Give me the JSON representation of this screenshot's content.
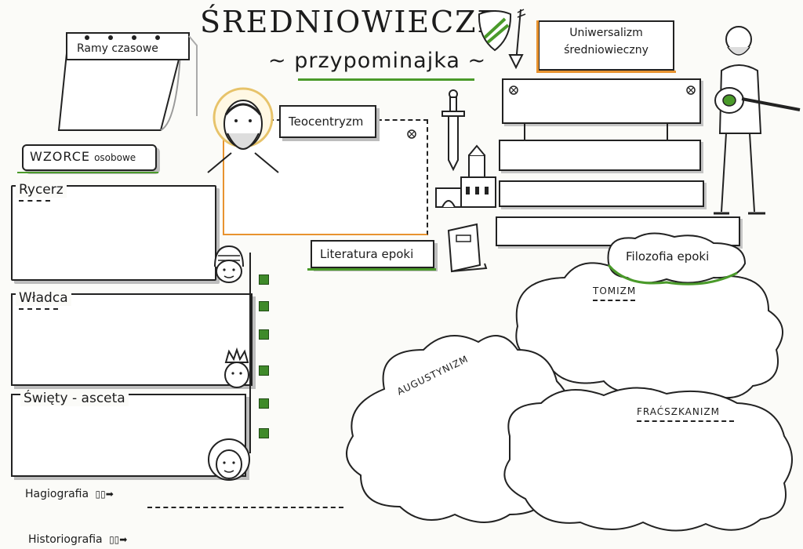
{
  "header": {
    "title": "ŚREDNIOWIECZE",
    "subtitle": "~ przypominajka ~"
  },
  "labels": {
    "ramy_czasowe": "Ramy czasowe",
    "wzorce": "WZORCE",
    "wzorce_suffix": "osobowe",
    "teocentryzm": "Teocentryzm",
    "uniwersalizm_line1": "Uniwersalizm",
    "uniwersalizm_line2": "średniowieczny",
    "literatura": "Literatura epoki",
    "filozofia": "Filozofia epoki"
  },
  "sections": {
    "rycerz": "Rycerz",
    "wladca": "Władca",
    "swiety": "Święty - asceta"
  },
  "philosophy": {
    "tomizm": "TOMIZM",
    "augustynizm": "AUGUSTYNIZM",
    "franciszkanizm": "FRAĆSZKANIZM"
  },
  "footer": {
    "hagiografia": "Hagiografia",
    "historiografia": "Historiografia"
  },
  "icons": {
    "arrow": "▯▯➡"
  },
  "colors": {
    "accent_green": "#4a9a2a",
    "accent_orange": "#e8932f",
    "ink": "#1c1c1c"
  }
}
